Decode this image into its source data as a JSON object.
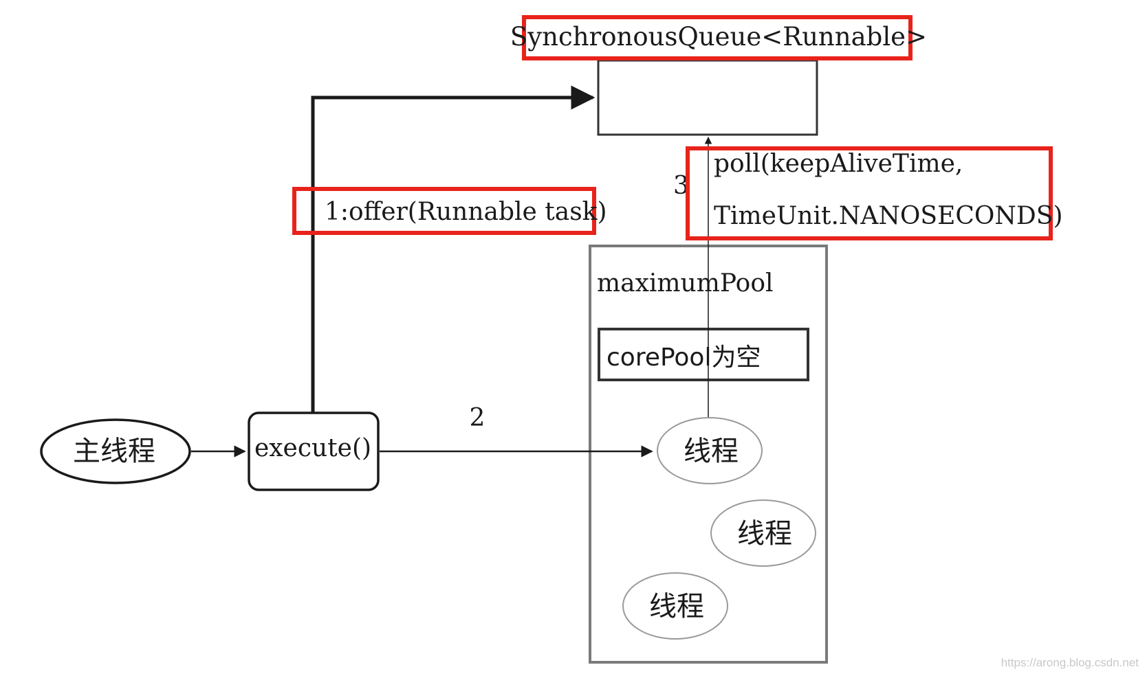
{
  "queue": {
    "title": "SynchronousQueue<Runnable>"
  },
  "main_thread": {
    "label": "主线程"
  },
  "execute": {
    "label": "execute()"
  },
  "step1": {
    "label": "1:offer(Runnable task)"
  },
  "step2": {
    "label": "2"
  },
  "step3": {
    "number": "3",
    "line1": "poll(keepAliveTime,",
    "line2": "TimeUnit.NANOSECONDS)"
  },
  "max_pool": {
    "label": "maximumPool"
  },
  "core_pool": {
    "label": "corePool为空"
  },
  "threads": [
    {
      "label": "线程"
    },
    {
      "label": "线程"
    },
    {
      "label": "线程"
    }
  ],
  "watermark": "https://arong.blog.csdn.net",
  "colors": {
    "highlight": "#e8231b",
    "line": "#1a1a1a",
    "pool_border": "#7a7a7a",
    "thread_border": "#9a9a9a"
  }
}
